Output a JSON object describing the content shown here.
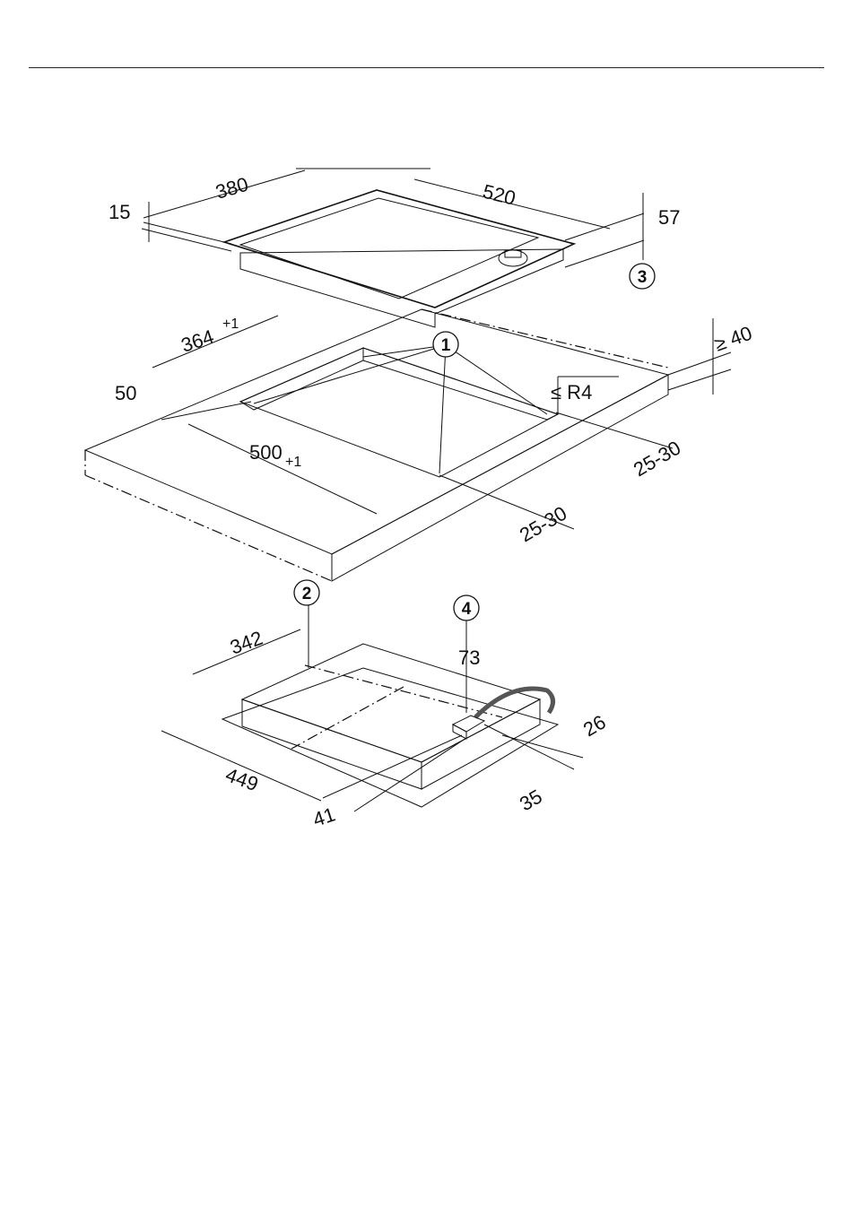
{
  "dimensions": {
    "hob_depth": "380",
    "hob_width": "520",
    "hob_frame_height": "15",
    "hob_total_height": "57",
    "cutout_depth": "364",
    "cutout_depth_tol": "+1",
    "cutout_width": "500",
    "cutout_width_tol": "+1",
    "front_margin": "50",
    "corner_radius": "≤ R4",
    "worktop_thickness": "≥ 40",
    "rear_clearance_1": "25-30",
    "rear_clearance_2": "25-30",
    "underside_depth": "342",
    "underside_width": "449",
    "conn_box_height": "73",
    "conn_offset_front": "41",
    "conn_offset_side_a": "26",
    "conn_offset_side_b": "35"
  },
  "callouts": [
    "1",
    "2",
    "3",
    "4"
  ]
}
